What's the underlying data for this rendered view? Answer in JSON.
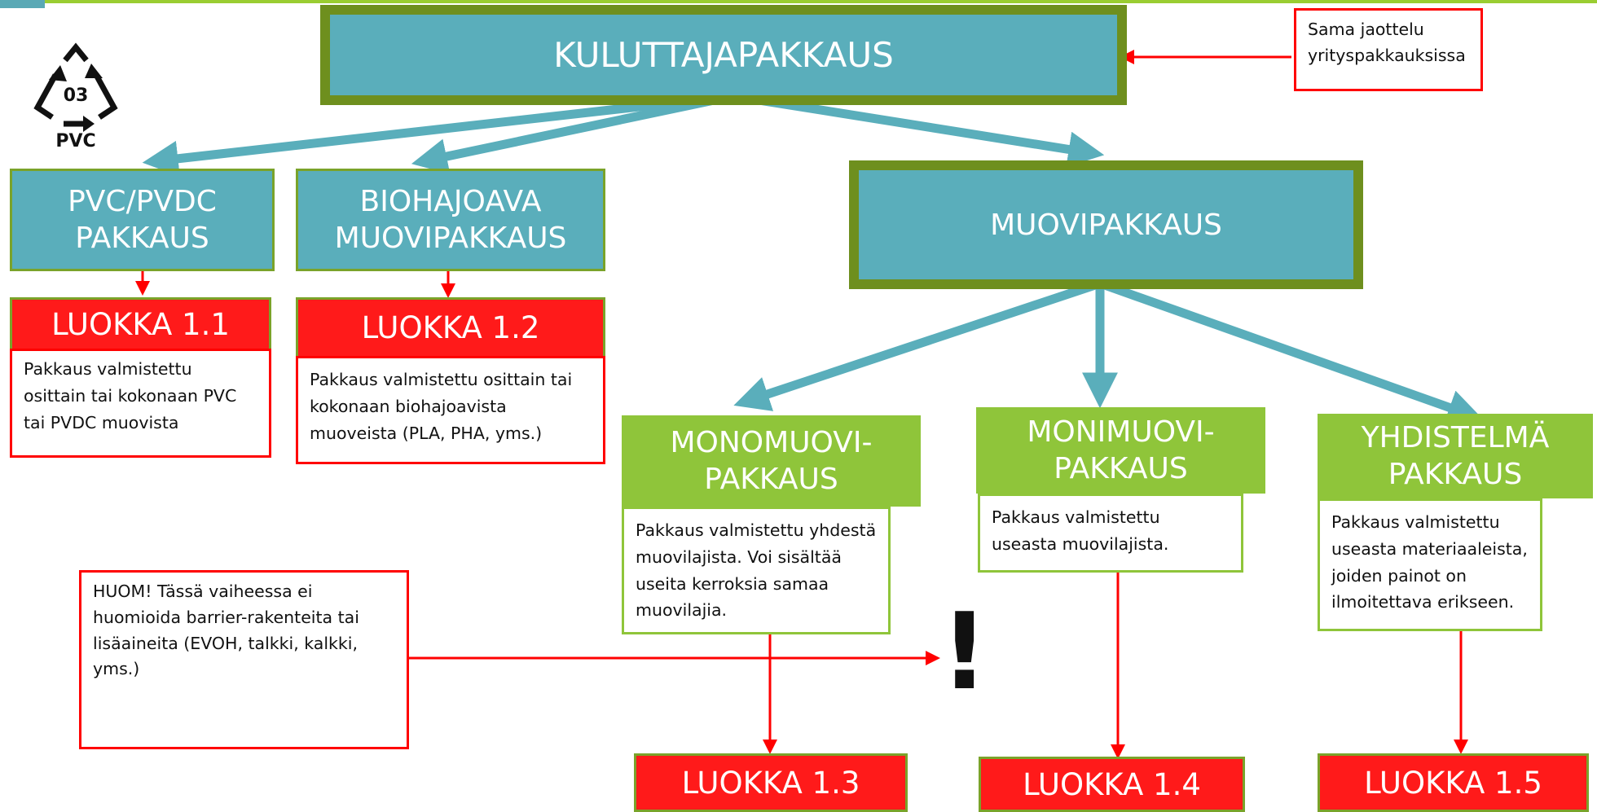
{
  "root": {
    "label": "KULUTTAJAPAKKAUS"
  },
  "top_note": "Sama jaottelu yrityspakkauksissa",
  "recycle_symbol": {
    "number": "03",
    "material": "PVC"
  },
  "pvc_box": {
    "label": "PVC/PVDC PAKKAUS"
  },
  "bio_box": {
    "label": "BIOHAJOAVA MUOVIPAKKAUS"
  },
  "muovi_box": {
    "label": "MUOVIPAKKAUS"
  },
  "class_11": {
    "header": "LUOKKA 1.1",
    "desc": "Pakkaus valmistettu osittain tai kokonaan PVC  tai PVDC muovista"
  },
  "class_12": {
    "header": "LUOKKA 1.2",
    "desc": "Pakkaus valmistettu osittain tai kokonaan biohajoavista muoveista (PLA, PHA, yms.)"
  },
  "mono": {
    "label": "MONOMUOVI-PAKKAUS",
    "desc": "Pakkaus valmistettu yhdestä muovilajista. Voi sisältää useita kerroksia samaa muovilajia."
  },
  "moni": {
    "label": "MONIMUOVI-PAKKAUS",
    "desc": "Pakkaus valmistettu useasta muovilajista."
  },
  "yhd": {
    "label": "YHDISTELMÄ PAKKAUS",
    "desc": "Pakkaus valmistettu useasta materiaaleista, joiden painot on ilmoitettava erikseen."
  },
  "class_13": "LUOKKA 1.3",
  "class_14": "LUOKKA 1.4",
  "class_15": "LUOKKA 1.5",
  "huom_note": "HUOM! Tässä vaiheessa ei huomioida barrier-rakenteita tai lisäaineita (EVOH, talkki, kalkki, yms.)",
  "exclamation": "!",
  "colors": {
    "teal": "#5aaebb",
    "olive_border": "#6e8f1e",
    "green": "#8fc53a",
    "red": "#ff0000",
    "arrow_teal": "#5aaebb"
  }
}
